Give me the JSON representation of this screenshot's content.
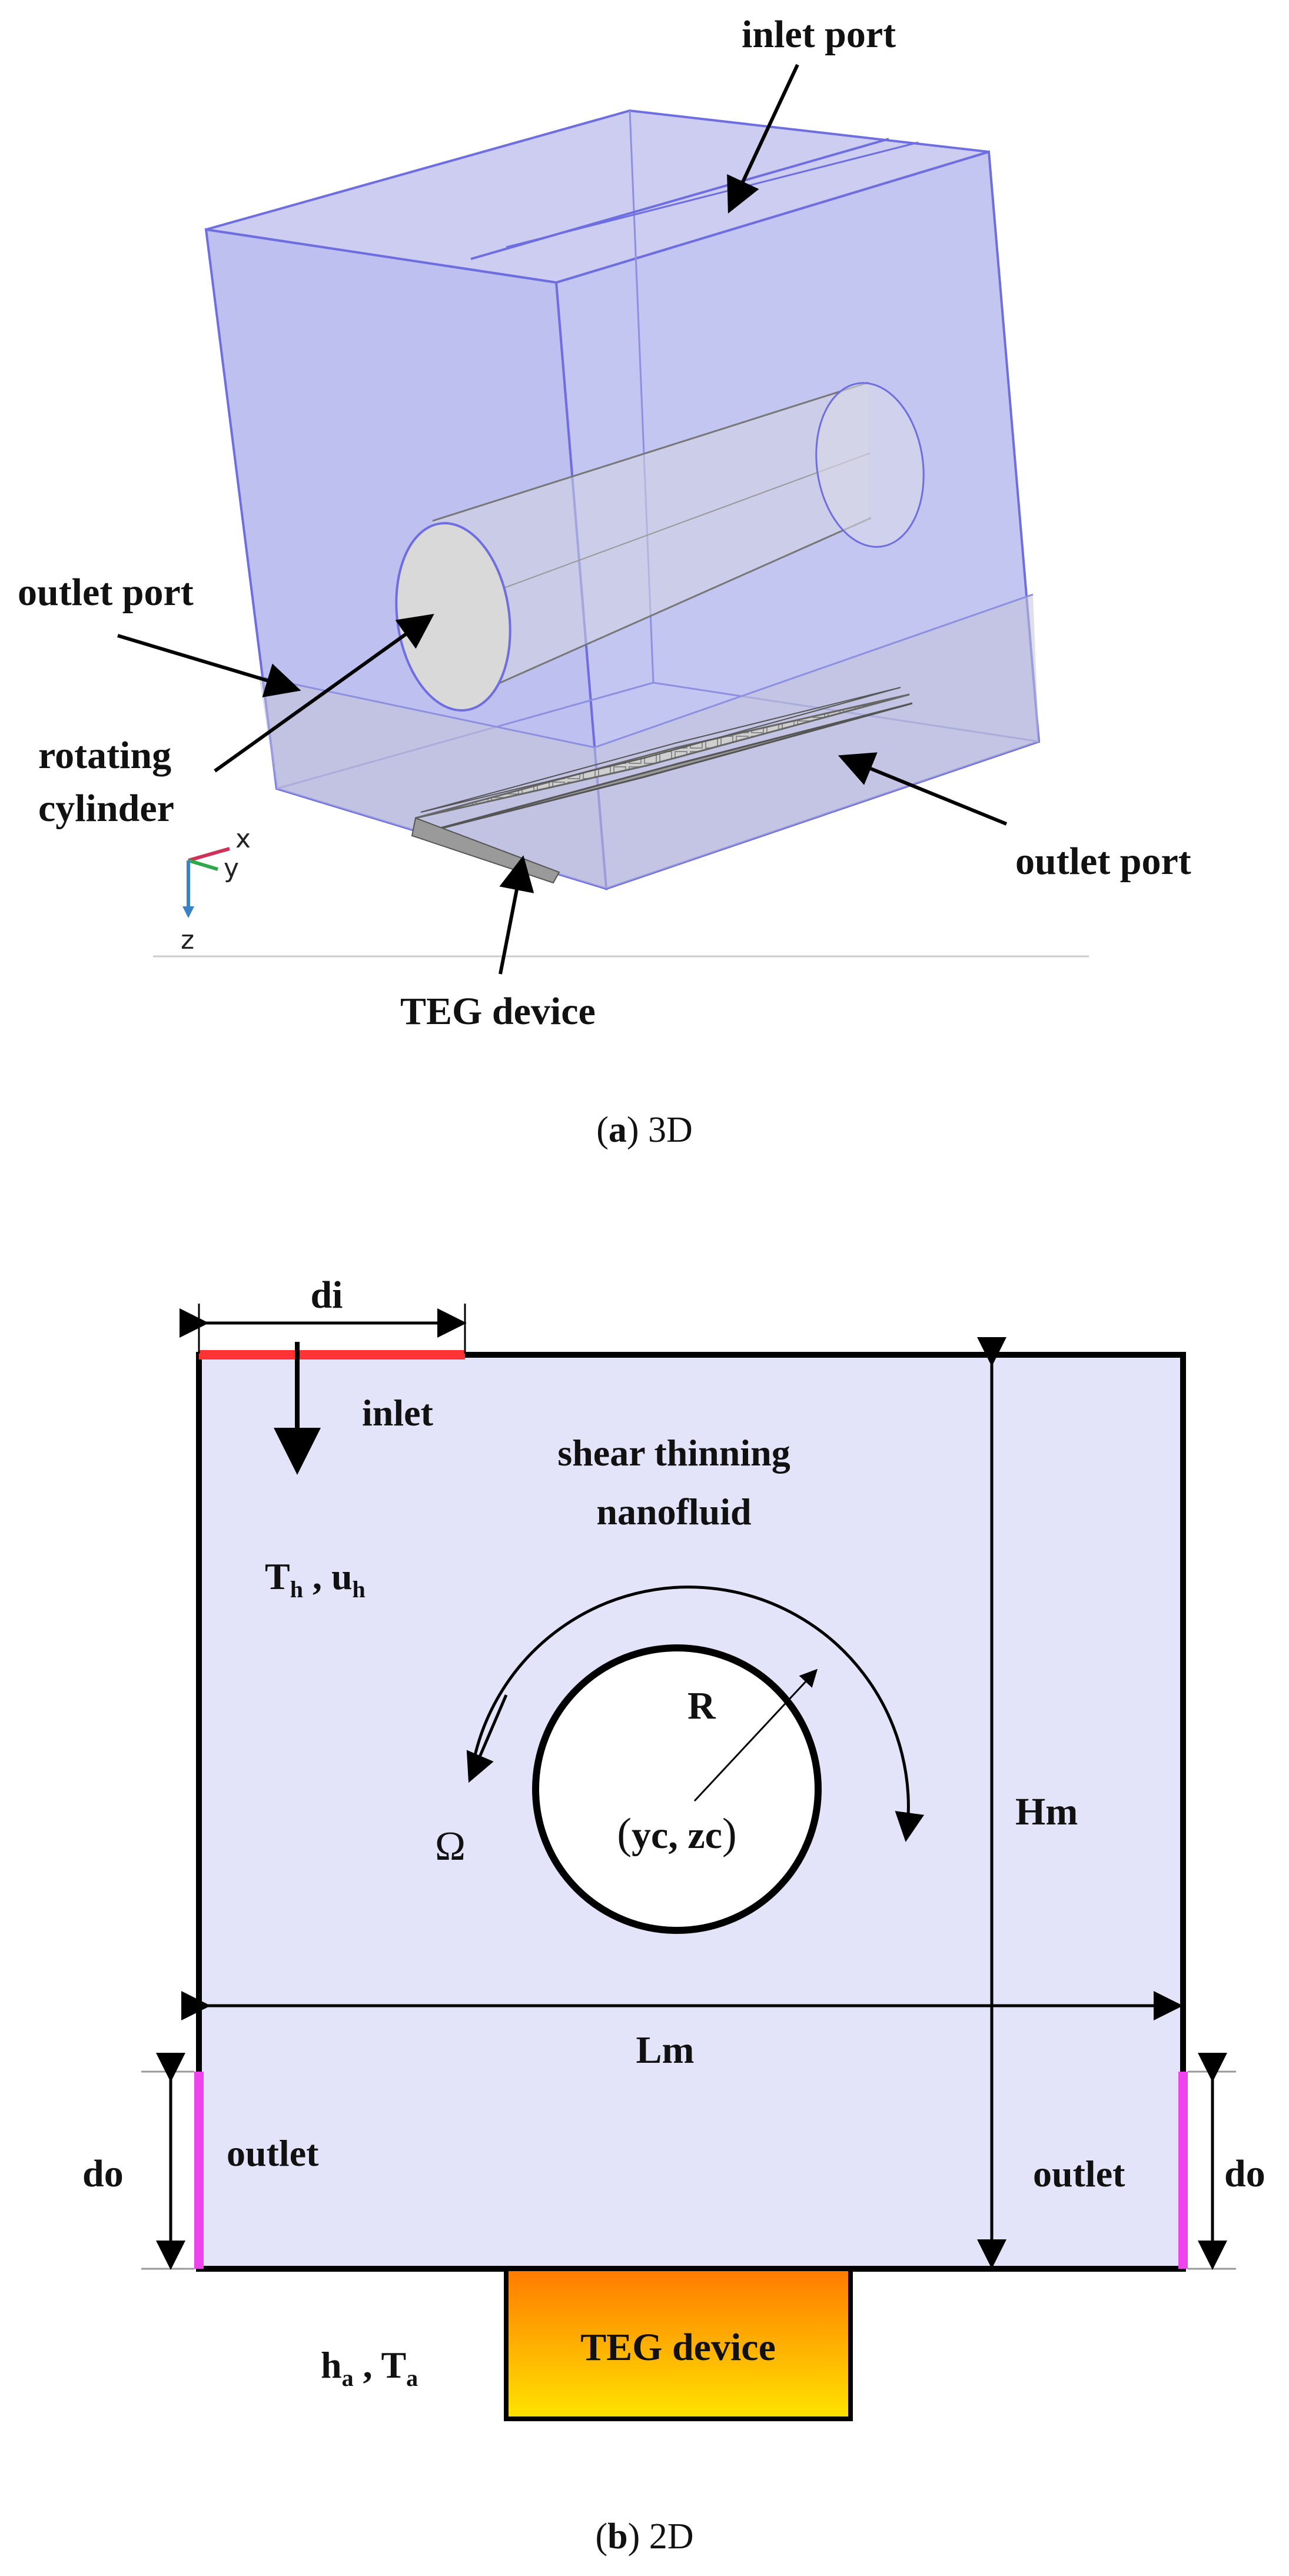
{
  "panel_3d": {
    "labels": {
      "inlet_port": "inlet port",
      "outlet_port_left": "outlet port",
      "rotating_cylinder_line1": "rotating",
      "rotating_cylinder_line2": "cylinder",
      "outlet_port_right": "outlet port",
      "teg_device": "TEG device"
    },
    "triad": {
      "x": "x",
      "y": "y",
      "z": "z"
    },
    "caption": {
      "letter": "a",
      "rest": " 3D"
    }
  },
  "panel_2d": {
    "labels": {
      "di": "di",
      "inlet": "inlet",
      "fluid_line1": "shear thinning",
      "fluid_line2": "nanofluid",
      "th": "T",
      "th_sub": "h",
      "uh": "u",
      "uh_sub": "h",
      "radius": "R",
      "omega": "Ω",
      "center": "yc, zc",
      "hm": "Hm",
      "lm": "Lm",
      "do_left": "do",
      "do_right": "do",
      "outlet_left": "outlet",
      "outlet_right": "outlet",
      "teg": "TEG device",
      "ha": "h",
      "ha_sub": "a",
      "ta": "T",
      "ta_sub": "a"
    },
    "caption": {
      "letter": "b",
      "rest": " 2D"
    }
  },
  "colors": {
    "fluid": "#e3e3fa",
    "box_fill": "#b9bcee",
    "box_edge": "#6e6ee0",
    "inlet_mark": "#ff3333",
    "outlet_mark": "#ee44ee",
    "teg_top": "#ff7a00",
    "teg_bottom": "#ffe000"
  }
}
